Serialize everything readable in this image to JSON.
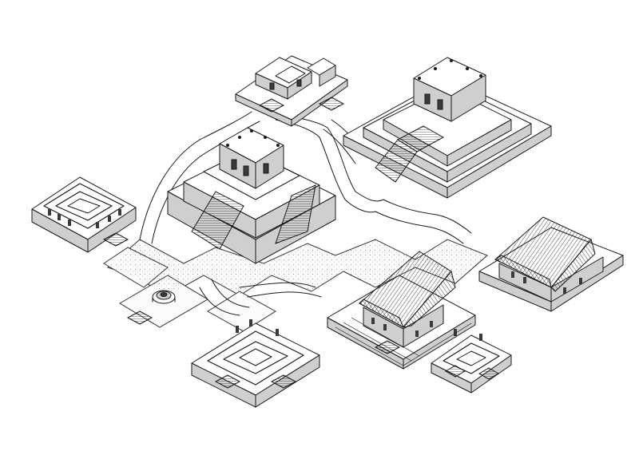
{
  "scene": {
    "buildings": [
      {
        "name": "north-shrine"
      },
      {
        "name": "northeast-temple-pyramid"
      },
      {
        "name": "central-temple-pyramid"
      },
      {
        "name": "west-courtyard-palace"
      },
      {
        "name": "circular-altar"
      },
      {
        "name": "south-courtyard-palace"
      },
      {
        "name": "thatched-hall-center"
      },
      {
        "name": "thatched-hall-east"
      },
      {
        "name": "small-courtyard-southeast"
      }
    ],
    "colors": {
      "ink": "#1a1a1a",
      "paper": "#ffffff",
      "shade": "#cfcfcf"
    }
  }
}
